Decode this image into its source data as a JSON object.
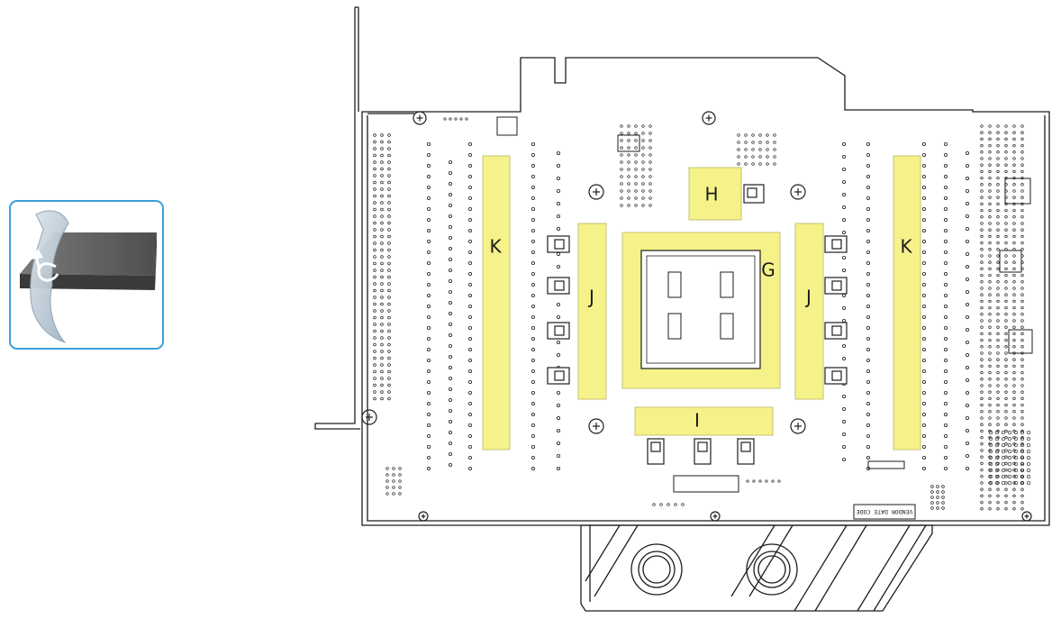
{
  "legend": {
    "icon": "peel-off-protective-film-icon",
    "accent_color": "#3aa0d8"
  },
  "board": {
    "vendor_label": "VENDOR DATE CODE",
    "pad_color": "#f6f28a",
    "line_color": "#1e1e1e"
  },
  "thermal_pads": [
    {
      "id": "k-left",
      "label": "K"
    },
    {
      "id": "j-left",
      "label": "J"
    },
    {
      "id": "g",
      "label": "G"
    },
    {
      "id": "h",
      "label": "H"
    },
    {
      "id": "i",
      "label": "I"
    },
    {
      "id": "j-right",
      "label": "J"
    },
    {
      "id": "k-right",
      "label": "K"
    }
  ]
}
